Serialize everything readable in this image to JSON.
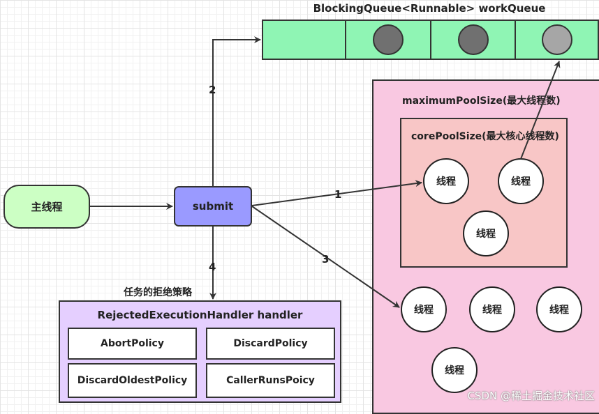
{
  "queue": {
    "title": "BlockingQueue<Runnable> workQueue",
    "cells": [
      {
        "ball": false
      },
      {
        "ball": true,
        "color": "#707070"
      },
      {
        "ball": true,
        "color": "#707070"
      },
      {
        "ball": true,
        "color": "#a6a6a6"
      }
    ]
  },
  "pool": {
    "max_label": "maximumPoolSize(最大线程数)",
    "core_label": "corePoolSize(最大核心线程数)",
    "thread_label": "线程"
  },
  "main_thread": "主线程",
  "submit": "submit",
  "edges": {
    "e1": "1",
    "e2": "2",
    "e3": "3",
    "e4": "4"
  },
  "reject_caption": "任务的拒绝策略",
  "handler": {
    "title": "RejectedExecutionHandler handler",
    "policies": [
      "AbortPolicy",
      "DiscardPolicy",
      "DiscardOldestPolicy",
      "CallerRunsPoicy"
    ]
  },
  "watermark": "CSDN @稀土掘金技术社区",
  "colors": {
    "queue": "#8ff5b4",
    "max_pool": "#f9c8e1",
    "core_pool": "#f8c6c6",
    "main_thread": "#ccffc4",
    "submit": "#9a9aff",
    "handler": "#e5cfff"
  }
}
